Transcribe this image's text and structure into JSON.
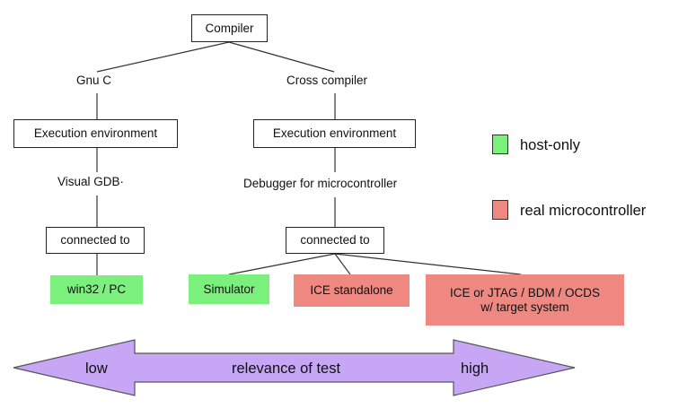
{
  "root": "Compiler",
  "branches": {
    "left": {
      "compiler": "Gnu C",
      "environment": "Execution environment",
      "debugger": "Visual GDB·",
      "connection": "connected to",
      "targets": [
        "win32 / PC"
      ]
    },
    "right": {
      "compiler": "Cross compiler",
      "environment": "Execution environment",
      "debugger": "Debugger for microcontroller",
      "connection": "connected to",
      "targets": [
        "Simulator",
        "ICE standalone",
        "ICE or JTAG / BDM / OCDS\nw/ target system"
      ]
    }
  },
  "legend": [
    {
      "label": "host-only",
      "color": "#7cf07c"
    },
    {
      "label": "real microcontroller",
      "color": "#ef8880"
    }
  ],
  "scale": {
    "low": "low",
    "middle": "relevance of test",
    "high": "high",
    "color": "#c7a6f5"
  }
}
